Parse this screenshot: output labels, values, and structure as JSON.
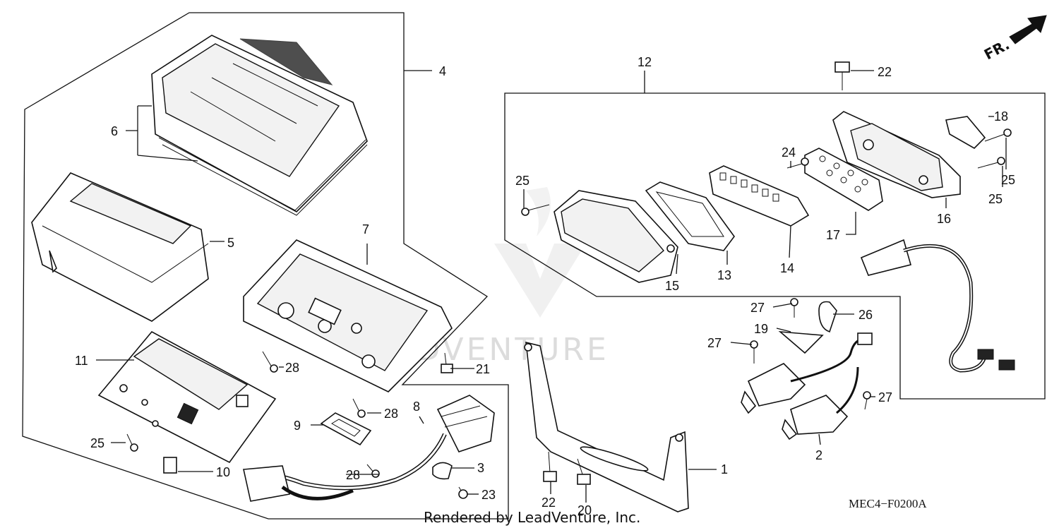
{
  "diagram": {
    "callouts": [
      {
        "id": "c1",
        "label": "1"
      },
      {
        "id": "c2",
        "label": "2"
      },
      {
        "id": "c3",
        "label": "3"
      },
      {
        "id": "c4",
        "label": "4"
      },
      {
        "id": "c5",
        "label": "5"
      },
      {
        "id": "c6",
        "label": "6"
      },
      {
        "id": "c7",
        "label": "7"
      },
      {
        "id": "c8",
        "label": "8"
      },
      {
        "id": "c9",
        "label": "9"
      },
      {
        "id": "c10",
        "label": "10"
      },
      {
        "id": "c11",
        "label": "11"
      },
      {
        "id": "c12",
        "label": "12"
      },
      {
        "id": "c13",
        "label": "13"
      },
      {
        "id": "c14",
        "label": "14"
      },
      {
        "id": "c15",
        "label": "15"
      },
      {
        "id": "c16",
        "label": "16"
      },
      {
        "id": "c17",
        "label": "17"
      },
      {
        "id": "c18",
        "label": "18"
      },
      {
        "id": "c19",
        "label": "19"
      },
      {
        "id": "c20",
        "label": "20"
      },
      {
        "id": "c21",
        "label": "21"
      },
      {
        "id": "c22a",
        "label": "22"
      },
      {
        "id": "c22b",
        "label": "22"
      },
      {
        "id": "c23",
        "label": "23"
      },
      {
        "id": "c24",
        "label": "24"
      },
      {
        "id": "c25a",
        "label": "25"
      },
      {
        "id": "c25b",
        "label": "25"
      },
      {
        "id": "c25c",
        "label": "25"
      },
      {
        "id": "c25d",
        "label": "25"
      },
      {
        "id": "c26",
        "label": "26"
      },
      {
        "id": "c27a",
        "label": "27"
      },
      {
        "id": "c27b",
        "label": "27"
      },
      {
        "id": "c27c",
        "label": "27"
      },
      {
        "id": "c28a",
        "label": "28"
      },
      {
        "id": "c28b",
        "label": "28"
      },
      {
        "id": "c28c",
        "label": "28"
      }
    ],
    "front_arrow_label": "FR.",
    "diagram_code": "MEC4−F0200A",
    "credit": "Rendered by LeadVenture, Inc.",
    "watermark": "LEADVENTURE"
  }
}
